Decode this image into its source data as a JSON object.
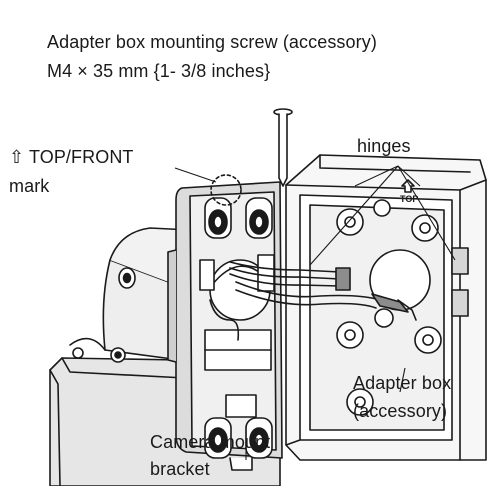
{
  "labels": {
    "screw_line1": "Adapter box mounting screw (accessory)",
    "screw_line2": "M4 × 35 mm {1- 3/8 inches}",
    "top_front_line1": "⇧ TOP/FRONT",
    "top_front_line2": "mark",
    "hinges": "hinges",
    "top_engraving": "TOP",
    "adapter_line1": "Adapter box",
    "adapter_line2": "(accessory)",
    "mount_line1": "Camera mount",
    "mount_line2": "bracket"
  },
  "icons": {
    "top_arrow": "up-arrow-outline-icon",
    "screw": "screw-icon"
  },
  "colors": {
    "line": "#1a1a1a",
    "text": "#1a1a1a",
    "shade": "#d9d9d9",
    "dark_shade": "#8c8c8c",
    "background": "#ffffff"
  }
}
